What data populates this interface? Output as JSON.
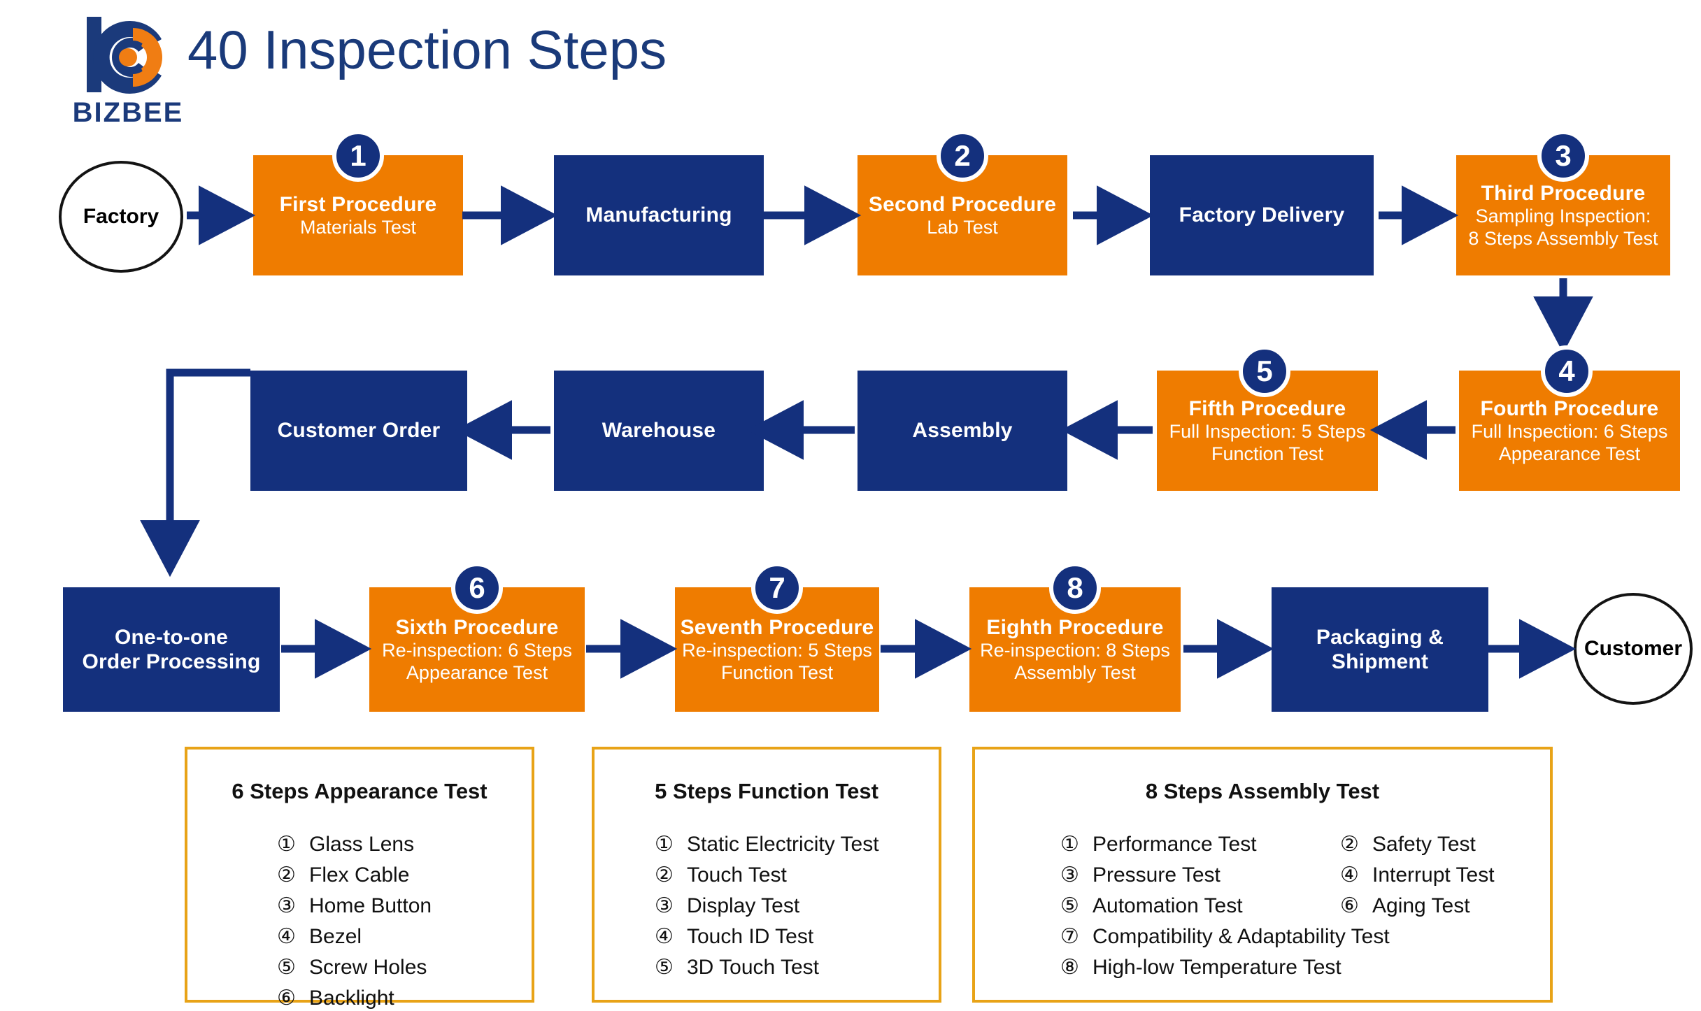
{
  "header": {
    "title": "40 Inspection Steps",
    "logo_wordmark": "BIZBEE",
    "logo_icon": "bizbee-logo-icon"
  },
  "colors": {
    "navy": "#14307D",
    "orange": "#EF7C00",
    "gold_border": "#E8A317",
    "title_blue": "#1A3A7A",
    "arrow": "#14307D"
  },
  "flow": {
    "row1": [
      {
        "kind": "terminator",
        "label": "Factory"
      },
      {
        "kind": "box",
        "color": "orange",
        "badge": "1",
        "title": "First Procedure",
        "sub1": "Materials Test",
        "sub2": ""
      },
      {
        "kind": "box",
        "color": "navy",
        "badge": "",
        "title": "Manufacturing",
        "sub1": "",
        "sub2": ""
      },
      {
        "kind": "box",
        "color": "orange",
        "badge": "2",
        "title": "Second Procedure",
        "sub1": "Lab Test",
        "sub2": ""
      },
      {
        "kind": "box",
        "color": "navy",
        "badge": "",
        "title": "Factory Delivery",
        "sub1": "",
        "sub2": ""
      },
      {
        "kind": "box",
        "color": "orange",
        "badge": "3",
        "title": "Third Procedure",
        "sub1": "Sampling Inspection:",
        "sub2": "8 Steps Assembly Test"
      }
    ],
    "row2": [
      {
        "kind": "box",
        "color": "navy",
        "badge": "",
        "title": "Customer Order",
        "sub1": "",
        "sub2": ""
      },
      {
        "kind": "box",
        "color": "navy",
        "badge": "",
        "title": "Warehouse",
        "sub1": "",
        "sub2": ""
      },
      {
        "kind": "box",
        "color": "navy",
        "badge": "",
        "title": "Assembly",
        "sub1": "",
        "sub2": ""
      },
      {
        "kind": "box",
        "color": "orange",
        "badge": "5",
        "title": "Fifth Procedure",
        "sub1": "Full Inspection: 5 Steps",
        "sub2": "Function Test"
      },
      {
        "kind": "box",
        "color": "orange",
        "badge": "4",
        "title": "Fourth Procedure",
        "sub1": "Full Inspection: 6 Steps",
        "sub2": "Appearance Test"
      }
    ],
    "row3": [
      {
        "kind": "box",
        "color": "navy",
        "badge": "",
        "title_l1": "One-to-one",
        "title_l2": "Order Processing"
      },
      {
        "kind": "box",
        "color": "orange",
        "badge": "6",
        "title": "Sixth Procedure",
        "sub1": "Re-inspection: 6 Steps",
        "sub2": "Appearance Test"
      },
      {
        "kind": "box",
        "color": "orange",
        "badge": "7",
        "title": "Seventh Procedure",
        "sub1": "Re-inspection: 5 Steps",
        "sub2": "Function Test"
      },
      {
        "kind": "box",
        "color": "orange",
        "badge": "8",
        "title": "Eighth Procedure",
        "sub1": "Re-inspection: 8 Steps",
        "sub2": "Assembly Test"
      },
      {
        "kind": "box",
        "color": "navy",
        "badge": "",
        "title_l1": "Packaging &",
        "title_l2": "Shipment"
      },
      {
        "kind": "terminator",
        "label": "Customer"
      }
    ]
  },
  "legends": [
    {
      "title": "6 Steps Appearance Test",
      "columns": [
        [
          {
            "num": "①",
            "text": "Glass Lens"
          },
          {
            "num": "②",
            "text": "Flex Cable"
          },
          {
            "num": "③",
            "text": "Home Button"
          },
          {
            "num": "④",
            "text": "Bezel"
          },
          {
            "num": "⑤",
            "text": "Screw Holes"
          },
          {
            "num": "⑥",
            "text": "Backlight"
          }
        ]
      ]
    },
    {
      "title": "5 Steps Function Test",
      "columns": [
        [
          {
            "num": "①",
            "text": "Static Electricity Test"
          },
          {
            "num": "②",
            "text": "Touch Test"
          },
          {
            "num": "③",
            "text": "Display Test"
          },
          {
            "num": "④",
            "text": "Touch ID Test"
          },
          {
            "num": "⑤",
            "text": "3D Touch Test"
          }
        ]
      ]
    },
    {
      "title": "8 Steps Assembly Test",
      "columns": [
        [
          {
            "num": "①",
            "text": "Performance Test"
          },
          {
            "num": "③",
            "text": "Pressure Test"
          },
          {
            "num": "⑤",
            "text": "Automation Test"
          },
          {
            "num": "⑦",
            "text": "Compatibility & Adaptability Test"
          },
          {
            "num": "⑧",
            "text": "High-low Temperature Test"
          }
        ],
        [
          {
            "num": "②",
            "text": "Safety Test"
          },
          {
            "num": "④",
            "text": "Interrupt Test"
          },
          {
            "num": "⑥",
            "text": "Aging Test"
          }
        ]
      ]
    }
  ]
}
